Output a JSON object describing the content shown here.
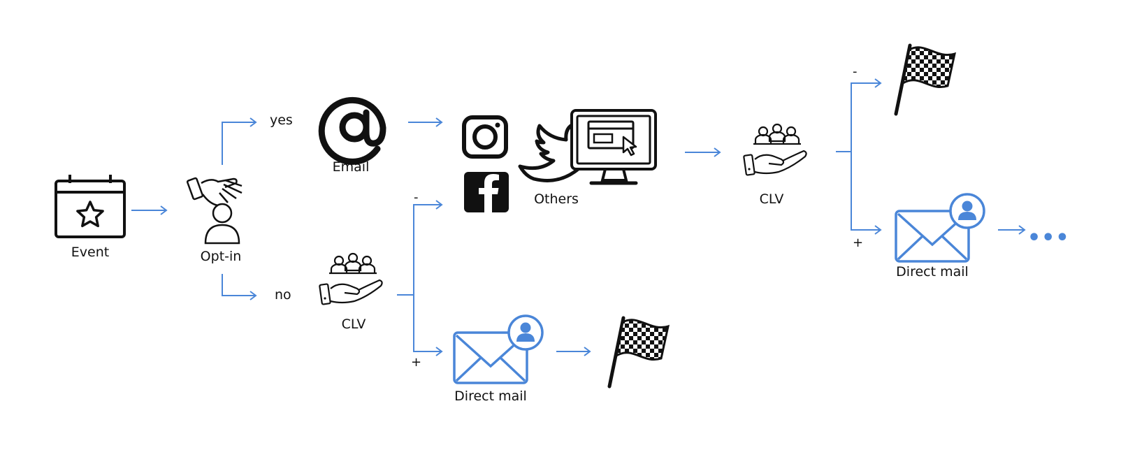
{
  "nodes": {
    "event": "Event",
    "optin": "Opt-in",
    "email": "Email",
    "clv_1": "CLV",
    "others": "Others",
    "direct_mail_1": "Direct mail",
    "clv_2": "CLV",
    "direct_mail_2": "Direct mail"
  },
  "branches": {
    "yes": "yes",
    "no": "no",
    "minus": "-",
    "plus": "+"
  },
  "continuation": "•••",
  "icons": {
    "event": "calendar-star-icon",
    "optin": "person-handshake-icon",
    "email": "at-sign-icon",
    "clv": "people-in-hand-icon",
    "instagram": "instagram-icon",
    "facebook": "facebook-icon",
    "twitter": "twitter-bird-icon",
    "computer": "monitor-click-icon",
    "direct_mail": "envelope-user-icon",
    "finish": "checkered-flag-icon"
  },
  "colors": {
    "arrow": "#4a86d8",
    "icon": "#111111",
    "mail": "#4a86d8"
  }
}
